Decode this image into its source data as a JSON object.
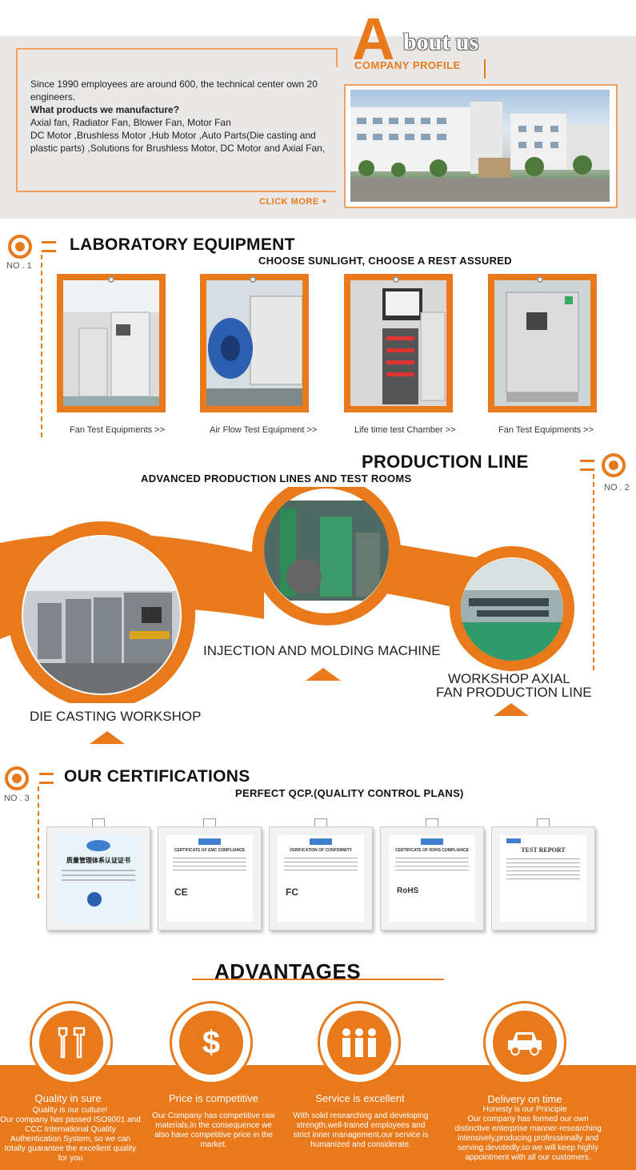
{
  "about": {
    "big_letter": "A",
    "rest_title": "bout us",
    "company_profile": "COMPANY PROFILE",
    "line1": "Since 1990 employees are around 600, the technical center own 20 engineers.",
    "question": "What products we manufacture?",
    "line2": "Axial fan, Radiator Fan, Blower Fan, Motor Fan",
    "line3": "DC Motor ,Brushless Motor ,Hub Motor ,Auto Parts(Die casting and plastic parts) ,Solutions for Brushless Motor, DC Motor and Axial Fan,",
    "click_more": "CLICK MORE +"
  },
  "lab": {
    "number": "NO . 1",
    "title": "LABORATORY EQUIPMENT",
    "subtitle": "CHOOSE SUNLIGHT, CHOOSE A REST ASSURED",
    "items": [
      {
        "label": "Fan Test Equipments >>"
      },
      {
        "label": "Air Flow Test Equipment >>"
      },
      {
        "label": "Life time test Chamber  >>"
      },
      {
        "label": "Fan Test Equipments >>"
      }
    ]
  },
  "production": {
    "number": "NO . 2",
    "title": "PRODUCTION LINE",
    "subtitle": "ADVANCED PRODUCTION LINES AND TEST ROOMS",
    "labels": {
      "injection": "INJECTION AND MOLDING MACHINE",
      "workshop_line1": "WORKSHOP AXIAL",
      "workshop_line2": "FAN PRODUCTION LINE",
      "die_casting": "DIE CASTING WORKSHOP"
    }
  },
  "certs": {
    "number": "NO . 3",
    "title": "OUR CERTIFICATIONS",
    "subtitle": "PERFECT QCP.(QUALITY CONTROL PLANS)",
    "items": [
      {
        "heading": "质量管理体系认证证书"
      },
      {
        "heading": "CERTIFICATE OF EMC COMPLIANCE",
        "mark": "CE"
      },
      {
        "heading": "VERIFICATION OF CONFORMITY",
        "mark": "FC"
      },
      {
        "heading": "CERTIFICATE OF ROHS COMPLIANCE",
        "mark": "RoHS"
      },
      {
        "heading": "TEST REPORT"
      }
    ]
  },
  "advantages": {
    "title": "ADVANTAGES",
    "items": [
      {
        "title": "Quality in sure",
        "sub": "Quality is our culture!",
        "text": "Our company has passed ISO9001 and CCC International Quality Authentication System, so we can totally guarantee the excellent quality for you",
        "icon": "tools-icon"
      },
      {
        "title": "Price is competitive",
        "sub": "",
        "text": "Our Company has competitive raw materials,in the consequence we also have competitive price in the market.",
        "icon": "dollar-icon"
      },
      {
        "title": "Service is excellent",
        "sub": "",
        "text": "With solid researching and developing strength,well-trained employees and strict inner management,our service is humanized and considerate.",
        "icon": "people-icon"
      },
      {
        "title": "Delivery on time",
        "sub": "Honesty is our Principle",
        "text": "Our company has formed our own distinctive enterprise manner-researching intensively,producing professionally and serving devotedly,so we will keep highly appointment with all our customers.",
        "icon": "car-icon"
      }
    ]
  },
  "colors": {
    "accent": "#e97a1c",
    "about_bg": "#eae8e6"
  }
}
